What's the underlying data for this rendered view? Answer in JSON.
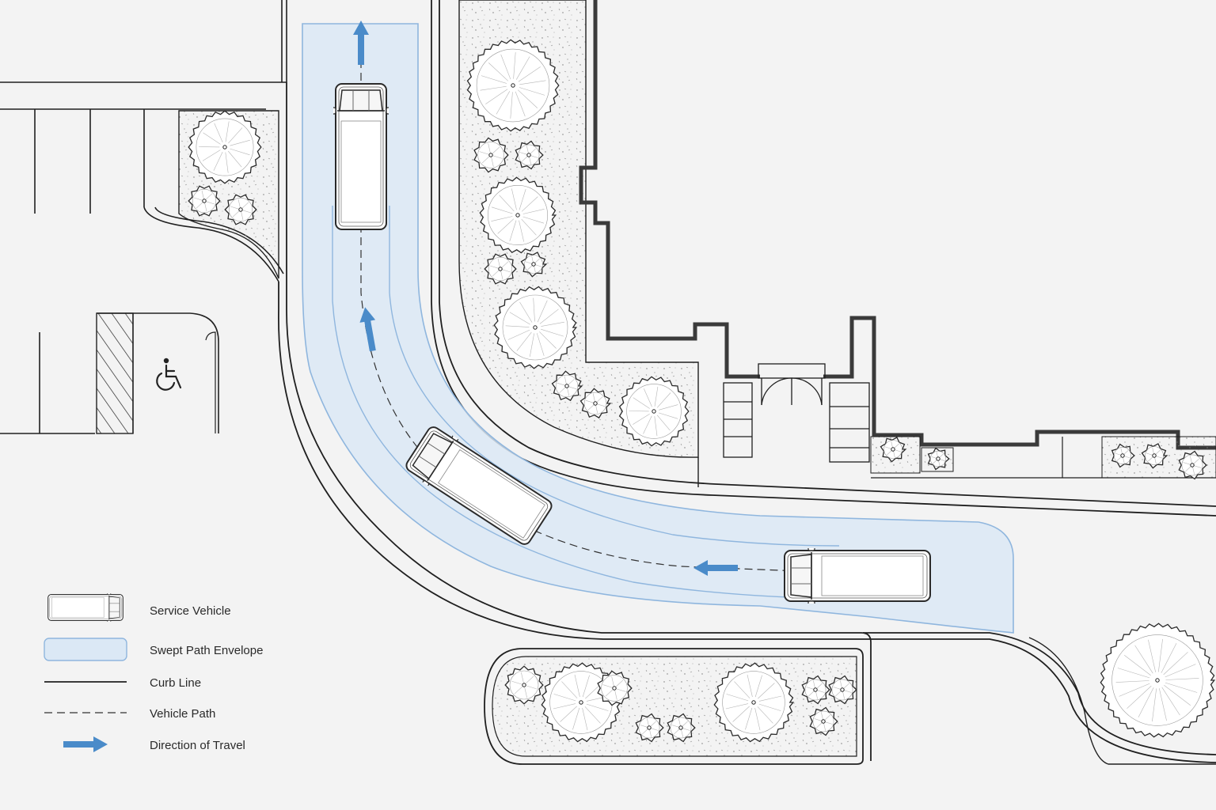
{
  "colors": {
    "background": "#f3f3f3",
    "line": "#1f1f1f",
    "building_wall": "#3a3a3a",
    "swept_fill": "#dbe8f5",
    "swept_edge": "#8fb6de",
    "arrow_blue": "#4a8bc9",
    "vehicle_fill": "#ffffff"
  },
  "icons": {
    "accessible_parking": "wheelchair-icon",
    "arrow": "direction-arrow-icon",
    "tree": "tree-canopy-icon",
    "vehicle": "service-vehicle-icon"
  },
  "legend": {
    "items": [
      {
        "key": "service_vehicle",
        "label": "Service Vehicle"
      },
      {
        "key": "swept_path",
        "label": "Swept Path Envelope"
      },
      {
        "key": "curb_line",
        "label": "Curb Line"
      },
      {
        "key": "vehicle_path",
        "label": "Vehicle Path"
      },
      {
        "key": "direction",
        "label": "Direction of Travel"
      }
    ]
  }
}
